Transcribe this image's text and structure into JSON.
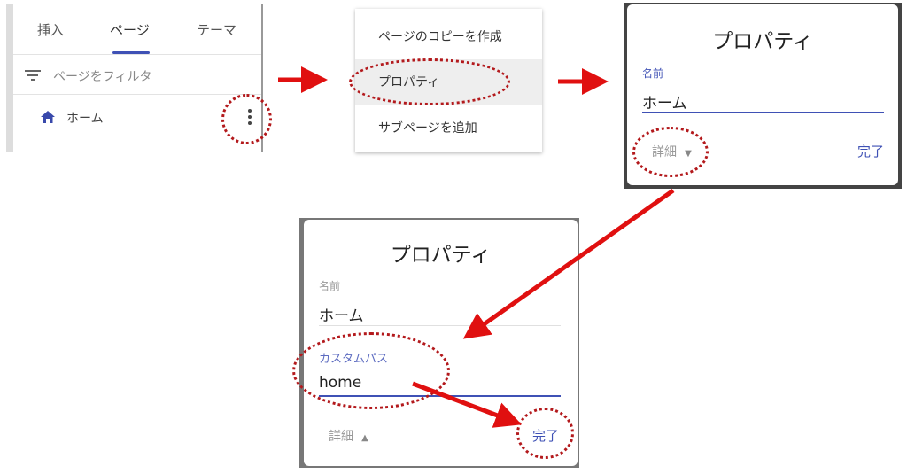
{
  "panel1": {
    "tabs": [
      "挿入",
      "ページ",
      "テーマ"
    ],
    "active_tab": "ページ",
    "filter_placeholder": "ページをフィルタ",
    "page_item": "ホーム",
    "icons": [
      "filter-icon",
      "home-icon",
      "more-vert-icon"
    ]
  },
  "panel2": {
    "menu_items": [
      "ページのコピーを作成",
      "プロパティ",
      "サブページを追加"
    ],
    "highlighted": "プロパティ"
  },
  "panel3": {
    "title": "プロパティ",
    "name_label": "名前",
    "name_value": "ホーム",
    "details_label": "詳細",
    "done_label": "完了"
  },
  "panel4": {
    "title": "プロパティ",
    "name_label": "名前",
    "name_value": "ホーム",
    "custom_path_label": "カスタムパス",
    "custom_path_value": "home",
    "details_label": "詳細",
    "done_label": "完了"
  },
  "colors": {
    "accent": "#3f51b5",
    "annotation_red": "#e01010",
    "dotted_red": "#b3191c"
  }
}
